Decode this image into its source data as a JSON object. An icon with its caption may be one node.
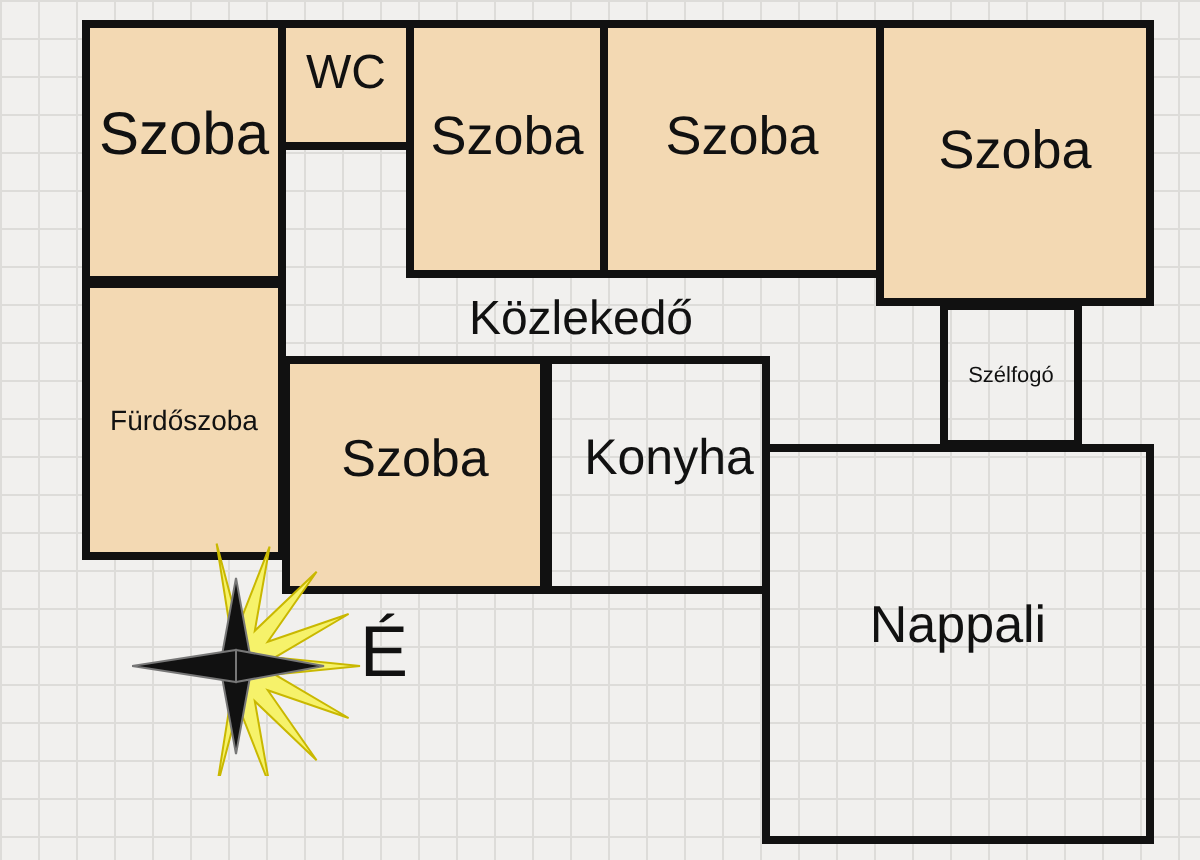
{
  "diagram": {
    "nodes": [
      {
        "text": [
          "Szoba"
        ]
      },
      {
        "text": [
          "WC"
        ]
      },
      {
        "text": [
          "Szoba"
        ]
      },
      {
        "text": [
          "Szoba"
        ]
      },
      {
        "text": [
          "Szoba"
        ]
      },
      {
        "text": [
          "Közlekedő"
        ]
      },
      {
        "text": [
          "Fürdőszoba"
        ]
      },
      {
        "text": [
          "Szoba"
        ]
      },
      {
        "text": [
          "Konyha"
        ]
      },
      {
        "text": [
          "Szélfogó"
        ]
      },
      {
        "text": [
          "Nappali"
        ]
      }
    ],
    "labels": [
      "É"
    ]
  }
}
